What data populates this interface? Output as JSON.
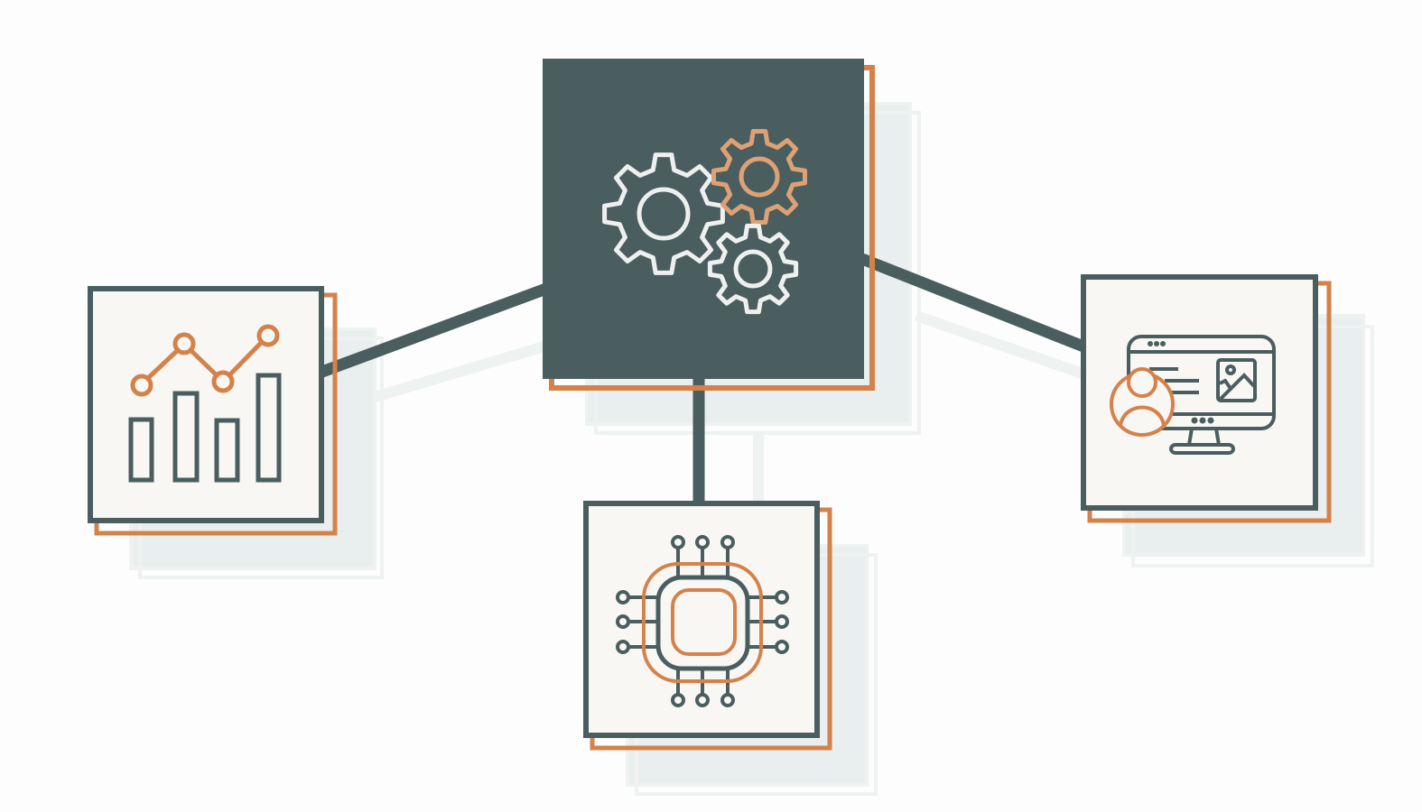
{
  "colors": {
    "dark": "#4a5e5f",
    "orange": "#d4824a",
    "orange_light": "#dea173",
    "card_fill": "#f8f7f4",
    "shadow": "#e9efee",
    "gear_white": "#eef0ef",
    "background": "#fdfdfd"
  },
  "nodes": [
    {
      "id": "center",
      "icon": "gears-icon"
    },
    {
      "id": "left",
      "icon": "analytics-chart-icon"
    },
    {
      "id": "bottom",
      "icon": "processor-chip-icon"
    },
    {
      "id": "right",
      "icon": "user-monitor-icon"
    }
  ]
}
